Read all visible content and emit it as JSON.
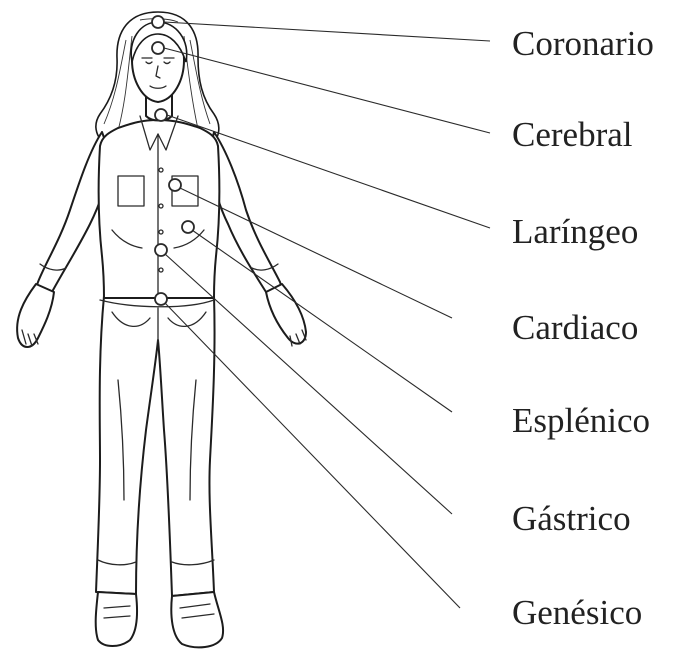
{
  "figure": {
    "labels": [
      {
        "id": "coronario",
        "text": "Coronario"
      },
      {
        "id": "cerebral",
        "text": "Cerebral"
      },
      {
        "id": "laringeo",
        "text": "Laríngeo"
      },
      {
        "id": "cardiaco",
        "text": "Cardiaco"
      },
      {
        "id": "esplenico",
        "text": "Esplénico"
      },
      {
        "id": "gastrico",
        "text": "Gástrico"
      },
      {
        "id": "genesico",
        "text": "Genésico"
      }
    ],
    "subject": "woman standing, front view",
    "line_color": "#2a2a2a",
    "text_color": "#222222",
    "background": "#ffffff"
  }
}
